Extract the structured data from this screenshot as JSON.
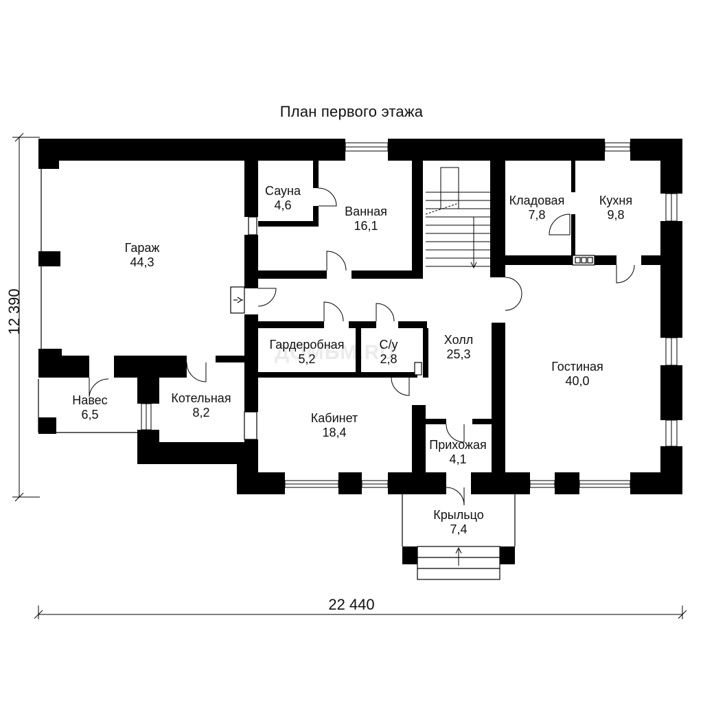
{
  "title": "План первого этажа",
  "dimensions": {
    "width_label": "22 440",
    "height_label": "12 390"
  },
  "watermark": "ДОМБМ.RU",
  "rooms": [
    {
      "id": "garage",
      "name": "Гараж",
      "area": "44,3"
    },
    {
      "id": "sauna",
      "name": "Сауна",
      "area": "4,6"
    },
    {
      "id": "bathroom",
      "name": "Ванная",
      "area": "16,1"
    },
    {
      "id": "pantry",
      "name": "Кладовая",
      "area": "7,8"
    },
    {
      "id": "kitchen",
      "name": "Кухня",
      "area": "9,8"
    },
    {
      "id": "wardrobe",
      "name": "Гардеробная",
      "area": "5,2"
    },
    {
      "id": "wc",
      "name": "С/у",
      "area": "2,8"
    },
    {
      "id": "hall",
      "name": "Холл",
      "area": "25,3"
    },
    {
      "id": "living",
      "name": "Гостиная",
      "area": "40,0"
    },
    {
      "id": "canopy",
      "name": "Навес",
      "area": "6,5"
    },
    {
      "id": "boiler",
      "name": "Котельная",
      "area": "8,2"
    },
    {
      "id": "study",
      "name": "Кабинет",
      "area": "18,4"
    },
    {
      "id": "entrance",
      "name": "Прихожая",
      "area": "4,1"
    },
    {
      "id": "porch",
      "name": "Крыльцо",
      "area": "7,4"
    }
  ]
}
